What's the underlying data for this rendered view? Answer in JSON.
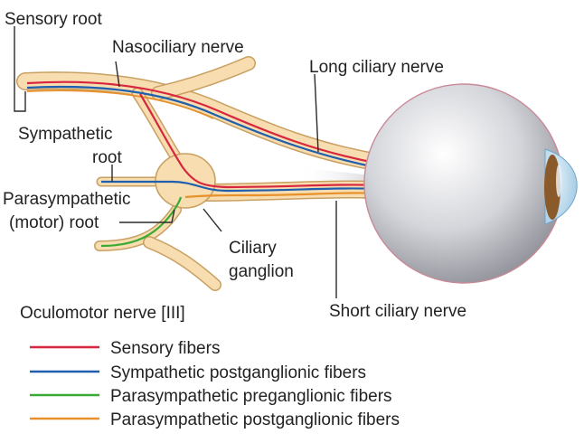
{
  "labels": {
    "sensory_root": "Sensory root",
    "nasociliary_nerve": "Nasociliary nerve",
    "long_ciliary_nerve": "Long ciliary nerve",
    "sympathetic_root_line1": "Sympathetic",
    "sympathetic_root_line2": "root",
    "parasympathetic_root_line1": "Parasympathetic",
    "parasympathetic_root_line2": "(motor) root",
    "ciliary_ganglion_line1": "Ciliary",
    "ciliary_ganglion_line2": "ganglion",
    "oculomotor_nerve": "Oculomotor nerve [III]",
    "short_ciliary_nerve": "Short ciliary nerve"
  },
  "legend": [
    {
      "label": "Sensory fibers",
      "color": "#d7263d"
    },
    {
      "label": "Sympathetic postganglionic fibers",
      "color": "#1f5fae"
    },
    {
      "label": "Parasympathetic preganglionic fibers",
      "color": "#3aaa35"
    },
    {
      "label": "Parasympathetic postganglionic fibers",
      "color": "#e8902a"
    }
  ],
  "colors": {
    "nerve_fill": "#f7ddb0",
    "nerve_outline": "#c9a062",
    "eyeball": "#d8d8dc",
    "iris": "#8a5a2b"
  }
}
